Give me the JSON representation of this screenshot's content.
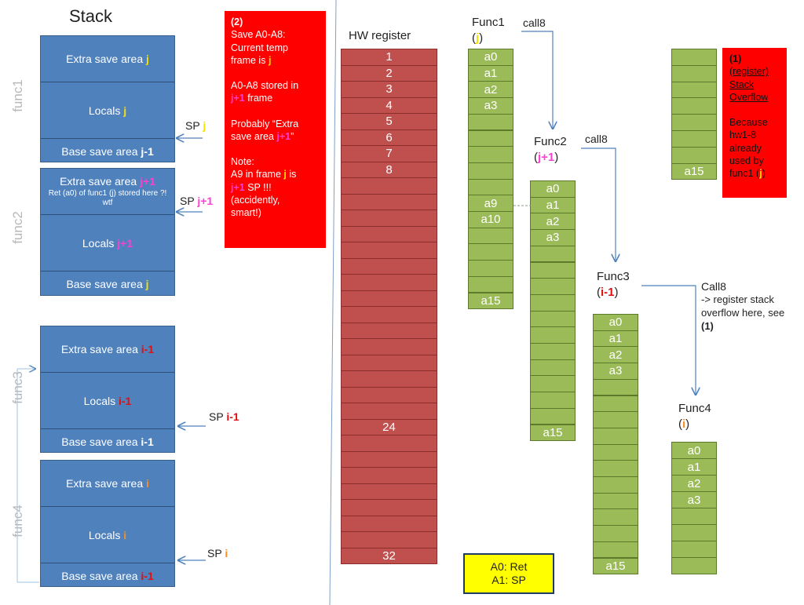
{
  "stack": {
    "title": "Stack",
    "frames": [
      {
        "label": "func1",
        "sections": [
          {
            "text": "Extra save area ",
            "var": "j",
            "var_color": "yellow"
          },
          {
            "text": "Locals ",
            "var": "j",
            "var_color": "yellow"
          },
          {
            "text": "Base save area ",
            "var": "j-1",
            "var_color": "white"
          }
        ],
        "sp": {
          "text": "SP ",
          "var": "j",
          "var_color": "yellow"
        }
      },
      {
        "label": "func2",
        "sections": [
          {
            "text": "Extra save area ",
            "var": "j+1",
            "var_color": "magenta",
            "note": "Ret (a0) of func1 (j) stored here ?! wtf"
          },
          {
            "text": "Locals ",
            "var": "j+1",
            "var_color": "magenta"
          },
          {
            "text": "Base save area ",
            "var": "j",
            "var_color": "yellow"
          }
        ],
        "sp": {
          "text": "SP ",
          "var": "j+1",
          "var_color": "magenta"
        }
      },
      {
        "label": "func3",
        "sections": [
          {
            "text": "Extra save area ",
            "var": "i-1",
            "var_color": "red"
          },
          {
            "text": "Locals ",
            "var": "i-1",
            "var_color": "red"
          },
          {
            "text": "Base save area ",
            "var": "i-1",
            "var_color": "white"
          }
        ],
        "sp": {
          "text": "SP ",
          "var": "i-1",
          "var_color": "red"
        }
      },
      {
        "label": "func4",
        "sections": [
          {
            "text": "Extra save area ",
            "var": "i",
            "var_color": "orange"
          },
          {
            "text": "Locals ",
            "var": "i",
            "var_color": "orange"
          },
          {
            "text": "Base save area ",
            "var": "i-1",
            "var_color": "red"
          }
        ],
        "sp": {
          "text": "SP ",
          "var": "i",
          "var_color": "orange"
        }
      }
    ]
  },
  "note2": {
    "heading": "(2)",
    "l1": "Save A0-A8:",
    "l2": "Current temp",
    "l3a": "frame is ",
    "l3v": "j",
    "l4": "A0-A8 stored in",
    "l5v": "j+1",
    "l5b": " frame",
    "l6": "Probably “Extra",
    "l7a": "save area ",
    "l7v": "j+1",
    "l7b": "”",
    "l8": "Note:",
    "l9a": "A9 in frame ",
    "l9v": "j",
    "l9b": " is",
    "l10v": "j+1",
    "l10b": " SP !!!",
    "l11": "(accidently,",
    "l12": "smart!)"
  },
  "hw": {
    "title": "HW register",
    "labels": {
      "0": "1",
      "1": "2",
      "2": "3",
      "3": "4",
      "4": "5",
      "5": "6",
      "6": "7",
      "7": "8",
      "23": "24",
      "31": "32"
    },
    "count": 32
  },
  "funcs": [
    {
      "name": "Func1",
      "var": "j",
      "var_color": "yellow",
      "labels": {
        "0": "a0",
        "1": "a1",
        "2": "a2",
        "3": "a3",
        "9": "a9",
        "10": "a10",
        "15": "a15"
      }
    },
    {
      "name": "Func2",
      "var": "j+1",
      "var_color": "magenta",
      "labels": {
        "0": "a0",
        "1": "a1",
        "2": "a2",
        "3": "a3",
        "15": "a15"
      }
    },
    {
      "name": "Func3",
      "var": "i-1",
      "var_color": "red",
      "labels": {
        "0": "a0",
        "1": "a1",
        "2": "a2",
        "3": "a3",
        "15": "a15"
      }
    },
    {
      "name": "Func4",
      "var": "i",
      "var_color": "orange",
      "labels": {
        "0": "a0",
        "1": "a1",
        "2": "a2",
        "3": "a3"
      }
    }
  ],
  "overflow_col": {
    "labels": {
      "7": "a15"
    }
  },
  "calls": {
    "c1": "call8",
    "c2": "call8",
    "c3_title": "Call8",
    "c3_l1": "-> register stack",
    "c3_l2": "overflow here, see",
    "c3_l3": "(1)"
  },
  "note1": {
    "heading": "(1)",
    "l1": "(register)",
    "l2": "Stack",
    "l3": "Overflow",
    "l4": "Because",
    "l5": "hw1-8",
    "l6": "already",
    "l7": "used by",
    "l8a": "func1 (",
    "l8v": "j",
    "l8b": ")"
  },
  "legend": {
    "l1": "A0: Ret",
    "l2": "A1: SP"
  },
  "colors": {
    "stack_blue": "#4f81bd",
    "hw_red": "#c0504d",
    "reg_green": "#9bbb59",
    "note_red": "#ff0000",
    "legend_yellow": "#ffff00"
  }
}
